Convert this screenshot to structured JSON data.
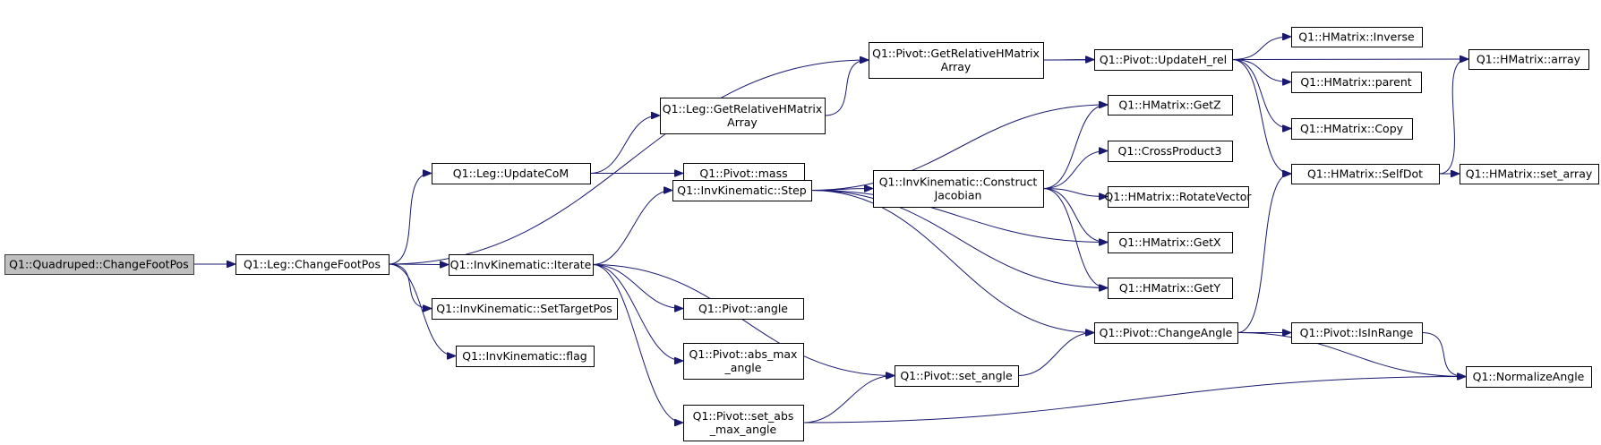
{
  "colors": {
    "edge": "#191970",
    "root_fill": "#bfbfbf",
    "node_fill": "#ffffff",
    "node_border": "#000000"
  },
  "nodes": [
    {
      "id": "quadruped_changefootpos",
      "lines": [
        "Q1::Quadruped::ChangeFootPos"
      ],
      "root": true
    },
    {
      "id": "leg_changefootpos",
      "lines": [
        "Q1::Leg::ChangeFootPos"
      ]
    },
    {
      "id": "pivot_getrelativehmatrixarray",
      "lines": [
        "Q1::Pivot::GetRelativeHMatrix",
        "Array"
      ]
    },
    {
      "id": "leg_getrelativehmatrixarray",
      "lines": [
        "Q1::Leg::GetRelativeHMatrix",
        "Array"
      ]
    },
    {
      "id": "leg_updatecom",
      "lines": [
        "Q1::Leg::UpdateCoM"
      ]
    },
    {
      "id": "pivot_mass",
      "lines": [
        "Q1::Pivot::mass"
      ]
    },
    {
      "id": "invkinematic_iterate",
      "lines": [
        "Q1::InvKinematic::Iterate"
      ]
    },
    {
      "id": "invkinematic_settargetpos",
      "lines": [
        "Q1::InvKinematic::SetTargetPos"
      ]
    },
    {
      "id": "invkinematic_flag",
      "lines": [
        "Q1::InvKinematic::flag"
      ]
    },
    {
      "id": "invkinematic_step",
      "lines": [
        "Q1::InvKinematic::Step"
      ]
    },
    {
      "id": "pivot_angle",
      "lines": [
        "Q1::Pivot::angle"
      ]
    },
    {
      "id": "pivot_abs_max_angle",
      "lines": [
        "Q1::Pivot::abs_max",
        "_angle"
      ]
    },
    {
      "id": "pivot_set_abs_max_angle",
      "lines": [
        "Q1::Pivot::set_abs",
        "_max_angle"
      ]
    },
    {
      "id": "pivot_set_angle",
      "lines": [
        "Q1::Pivot::set_angle"
      ]
    },
    {
      "id": "invkinematic_constructjacobian",
      "lines": [
        "Q1::InvKinematic::Construct",
        "Jacobian"
      ]
    },
    {
      "id": "pivot_updateh_rel",
      "lines": [
        "Q1::Pivot::UpdateH_rel"
      ]
    },
    {
      "id": "hmatrix_getz",
      "lines": [
        "Q1::HMatrix::GetZ"
      ]
    },
    {
      "id": "crossproduct3",
      "lines": [
        "Q1::CrossProduct3"
      ]
    },
    {
      "id": "hmatrix_rotatevector",
      "lines": [
        "Q1::HMatrix::RotateVector"
      ]
    },
    {
      "id": "hmatrix_getx",
      "lines": [
        "Q1::HMatrix::GetX"
      ]
    },
    {
      "id": "hmatrix_gety",
      "lines": [
        "Q1::HMatrix::GetY"
      ]
    },
    {
      "id": "pivot_changeangle",
      "lines": [
        "Q1::Pivot::ChangeAngle"
      ]
    },
    {
      "id": "hmatrix_inverse",
      "lines": [
        "Q1::HMatrix::Inverse"
      ]
    },
    {
      "id": "hmatrix_parent",
      "lines": [
        "Q1::HMatrix::parent"
      ]
    },
    {
      "id": "hmatrix_copy",
      "lines": [
        "Q1::HMatrix::Copy"
      ]
    },
    {
      "id": "hmatrix_selfdot",
      "lines": [
        "Q1::HMatrix::SelfDot"
      ]
    },
    {
      "id": "pivot_isinrange",
      "lines": [
        "Q1::Pivot::IsInRange"
      ]
    },
    {
      "id": "hmatrix_array",
      "lines": [
        "Q1::HMatrix::array"
      ]
    },
    {
      "id": "hmatrix_set_array",
      "lines": [
        "Q1::HMatrix::set_array"
      ]
    },
    {
      "id": "normalizeangle",
      "lines": [
        "Q1::NormalizeAngle"
      ]
    }
  ],
  "edges": [
    [
      "quadruped_changefootpos",
      "leg_changefootpos"
    ],
    [
      "leg_changefootpos",
      "pivot_getrelativehmatrixarray"
    ],
    [
      "leg_changefootpos",
      "leg_updatecom"
    ],
    [
      "leg_changefootpos",
      "invkinematic_iterate"
    ],
    [
      "leg_changefootpos",
      "invkinematic_settargetpos"
    ],
    [
      "leg_changefootpos",
      "invkinematic_flag"
    ],
    [
      "leg_updatecom",
      "leg_getrelativehmatrixarray"
    ],
    [
      "leg_updatecom",
      "pivot_mass"
    ],
    [
      "leg_getrelativehmatrixarray",
      "pivot_getrelativehmatrixarray"
    ],
    [
      "pivot_getrelativehmatrixarray",
      "pivot_updateh_rel"
    ],
    [
      "pivot_getrelativehmatrixarray",
      "hmatrix_array"
    ],
    [
      "invkinematic_iterate",
      "invkinematic_step"
    ],
    [
      "invkinematic_iterate",
      "pivot_angle"
    ],
    [
      "invkinematic_iterate",
      "pivot_abs_max_angle"
    ],
    [
      "invkinematic_iterate",
      "pivot_set_abs_max_angle"
    ],
    [
      "invkinematic_iterate",
      "pivot_set_angle"
    ],
    [
      "invkinematic_step",
      "invkinematic_constructjacobian"
    ],
    [
      "invkinematic_step",
      "hmatrix_getz"
    ],
    [
      "invkinematic_step",
      "hmatrix_getx"
    ],
    [
      "invkinematic_step",
      "hmatrix_gety"
    ],
    [
      "invkinematic_step",
      "pivot_changeangle"
    ],
    [
      "invkinematic_constructjacobian",
      "hmatrix_getz"
    ],
    [
      "invkinematic_constructjacobian",
      "crossproduct3"
    ],
    [
      "invkinematic_constructjacobian",
      "hmatrix_rotatevector"
    ],
    [
      "invkinematic_constructjacobian",
      "hmatrix_getx"
    ],
    [
      "invkinematic_constructjacobian",
      "hmatrix_gety"
    ],
    [
      "pivot_set_abs_max_angle",
      "pivot_set_angle"
    ],
    [
      "pivot_set_abs_max_angle",
      "normalizeangle"
    ],
    [
      "pivot_set_angle",
      "pivot_changeangle"
    ],
    [
      "pivot_changeangle",
      "hmatrix_selfdot"
    ],
    [
      "pivot_changeangle",
      "pivot_isinrange"
    ],
    [
      "pivot_changeangle",
      "normalizeangle"
    ],
    [
      "pivot_isinrange",
      "normalizeangle"
    ],
    [
      "pivot_updateh_rel",
      "hmatrix_inverse"
    ],
    [
      "pivot_updateh_rel",
      "hmatrix_parent"
    ],
    [
      "pivot_updateh_rel",
      "hmatrix_copy"
    ],
    [
      "pivot_updateh_rel",
      "hmatrix_selfdot"
    ],
    [
      "hmatrix_selfdot",
      "hmatrix_array"
    ],
    [
      "hmatrix_selfdot",
      "hmatrix_set_array"
    ]
  ]
}
